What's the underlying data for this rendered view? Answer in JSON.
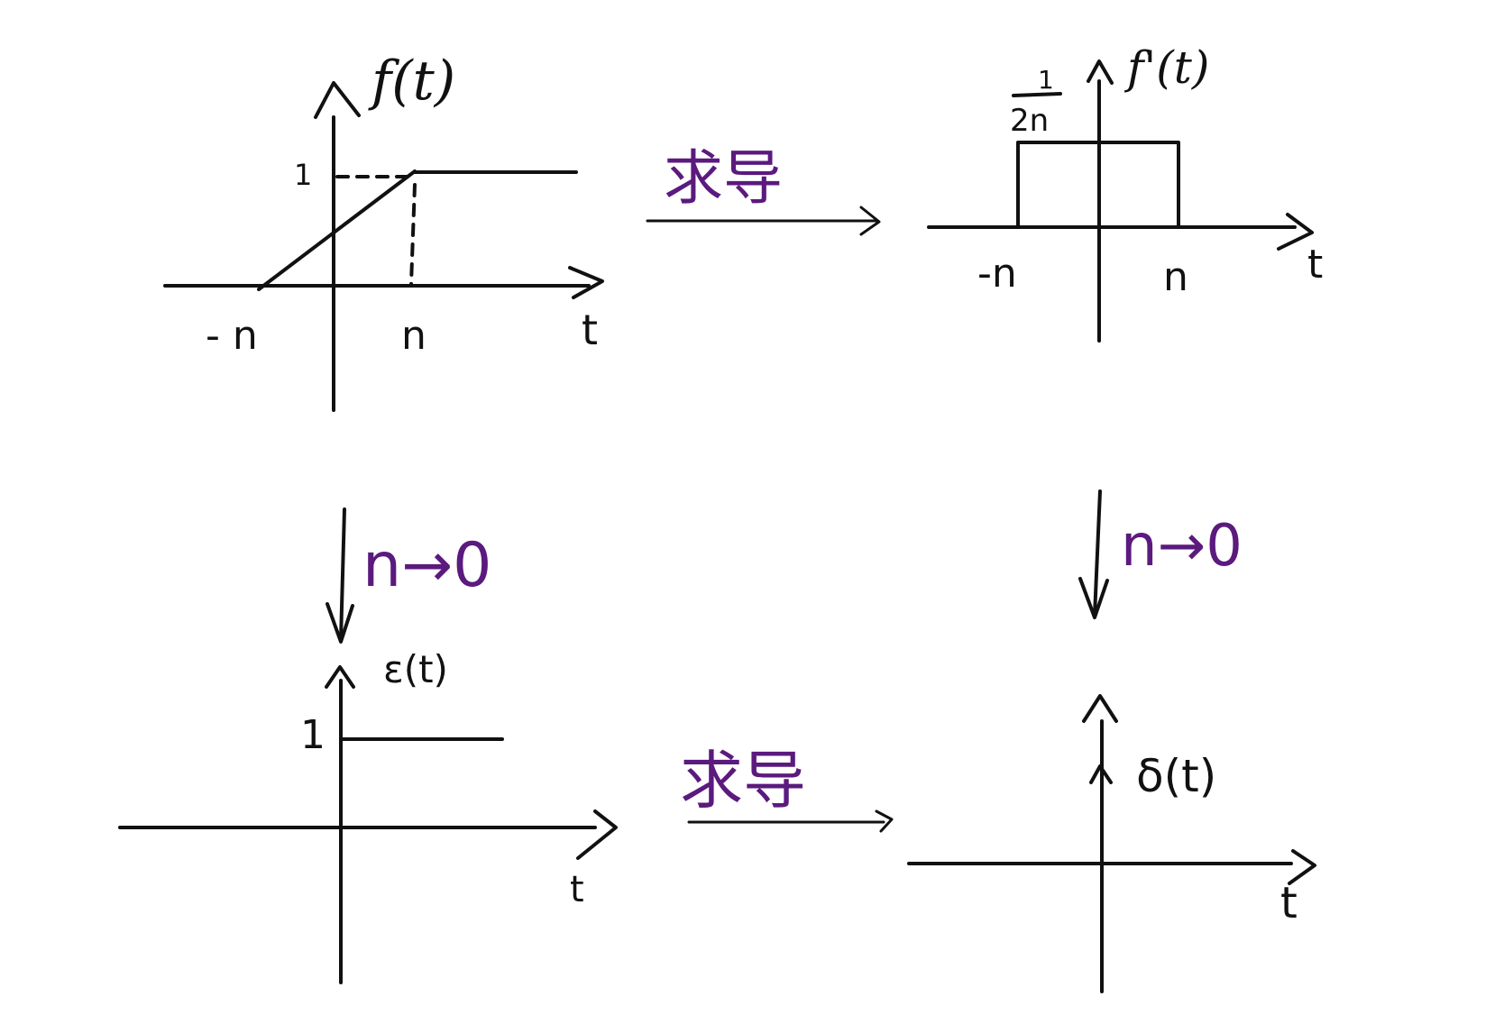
{
  "colors": {
    "ink": "#111111",
    "annotation": "#5b1a7e",
    "background": "#ffffff"
  },
  "panel_top_left": {
    "func_label": "f(t)",
    "level_one": "1",
    "tick_neg": "- n",
    "tick_pos": "n",
    "axis_t": "t"
  },
  "panel_top_right": {
    "func_label": "f'(t)",
    "height_numerator": "1",
    "height_denominator": "2n",
    "tick_neg": "-n",
    "tick_pos": "n",
    "axis_t": "t"
  },
  "panel_bottom_left": {
    "func_label": "ε(t)",
    "level_one": "1",
    "axis_t": "t"
  },
  "panel_bottom_right": {
    "func_label": "δ(t)",
    "axis_t": "t"
  },
  "arrows": {
    "derive_top": "求导",
    "derive_bottom": "求导",
    "limit_left": "n→0",
    "limit_right": "n→0"
  }
}
